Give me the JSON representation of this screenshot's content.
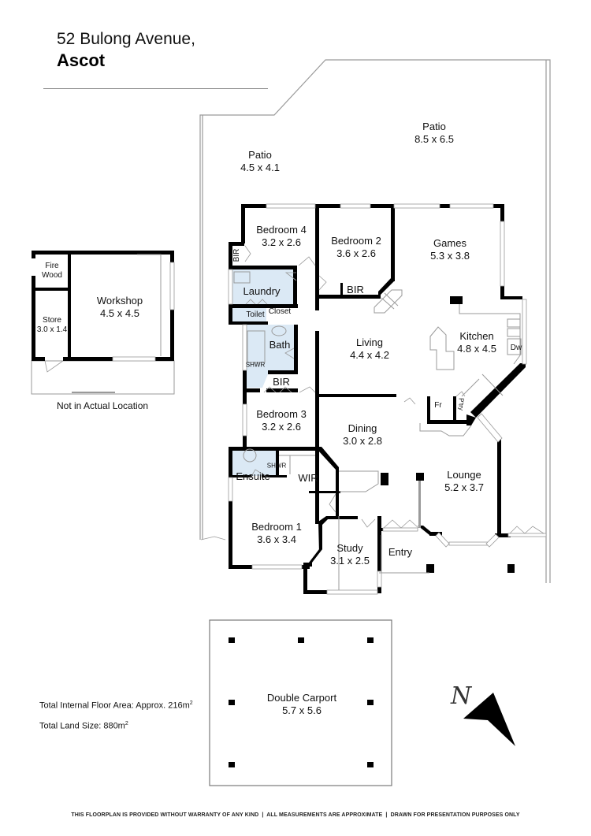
{
  "header": {
    "address_line": "52 Bulong Avenue,",
    "suburb": "Ascot"
  },
  "outbuilding": {
    "caption": "Not in Actual Location",
    "rooms": [
      {
        "name": "Fire\nWood",
        "name_l1": "Fire",
        "name_l2": "Wood",
        "dims": ""
      },
      {
        "name": "Store",
        "dims": "3.0 x 1.4"
      },
      {
        "name": "Workshop",
        "dims": "4.5 x 4.5"
      }
    ]
  },
  "rooms": {
    "patio_left": {
      "name": "Patio",
      "dims": "4.5 x 4.1"
    },
    "patio_right": {
      "name": "Patio",
      "dims": "8.5 x 6.5"
    },
    "bedroom4": {
      "name": "Bedroom 4",
      "dims": "3.2 x 2.6"
    },
    "bedroom2": {
      "name": "Bedroom 2",
      "dims": "3.6 x 2.6"
    },
    "games": {
      "name": "Games",
      "dims": "5.3 x 3.8"
    },
    "bir_b4": {
      "name": "BIR"
    },
    "bir_b2": {
      "name": "BIR"
    },
    "laundry": {
      "name": "Laundry"
    },
    "toilet": {
      "name": "Toilet"
    },
    "closet": {
      "name": "Closet"
    },
    "bath": {
      "name": "Bath"
    },
    "shwr_bath": {
      "name": "SHWR"
    },
    "bir_bath": {
      "name": "BIR"
    },
    "living": {
      "name": "Living",
      "dims": "4.4 x 4.2"
    },
    "kitchen": {
      "name": "Kitchen",
      "dims": "4.8 x 4.5"
    },
    "dw": {
      "name": "Dw"
    },
    "fr": {
      "name": "Fr"
    },
    "ptry": {
      "name": "P'try"
    },
    "bedroom3": {
      "name": "Bedroom 3",
      "dims": "3.2 x 2.6"
    },
    "dining": {
      "name": "Dining",
      "dims": "3.0 x 2.8"
    },
    "ensuite": {
      "name": "Ensuite"
    },
    "shwr_ensuite": {
      "name": "SHWR"
    },
    "wir": {
      "name": "WIR"
    },
    "lounge": {
      "name": "Lounge",
      "dims": "5.2 x 3.7"
    },
    "bedroom1": {
      "name": "Bedroom 1",
      "dims": "3.6 x 3.4"
    },
    "study": {
      "name": "Study",
      "dims": "3.1 x 2.5"
    },
    "entry": {
      "name": "Entry"
    },
    "carport": {
      "name": "Double Carport",
      "dims": "5.7 x 5.6"
    }
  },
  "totals": {
    "internal_area": "Total Internal Floor Area: Approx. 216m",
    "land_size": "Total Land Size: 880m",
    "sup": "2"
  },
  "compass": {
    "letter": "N"
  },
  "colors": {
    "wall": "#000000",
    "wet_area": "#dbe9f5",
    "thin_line": "#9a9a9a"
  },
  "footer": {
    "disclaimer": "THIS FLOORPLAN IS PROVIDED WITHOUT WARRANTY OF ANY KIND  |  ALL MEASUREMENTS ARE APPROXIMATE  |  DRAWN FOR PRESENTATION PURPOSES ONLY"
  }
}
